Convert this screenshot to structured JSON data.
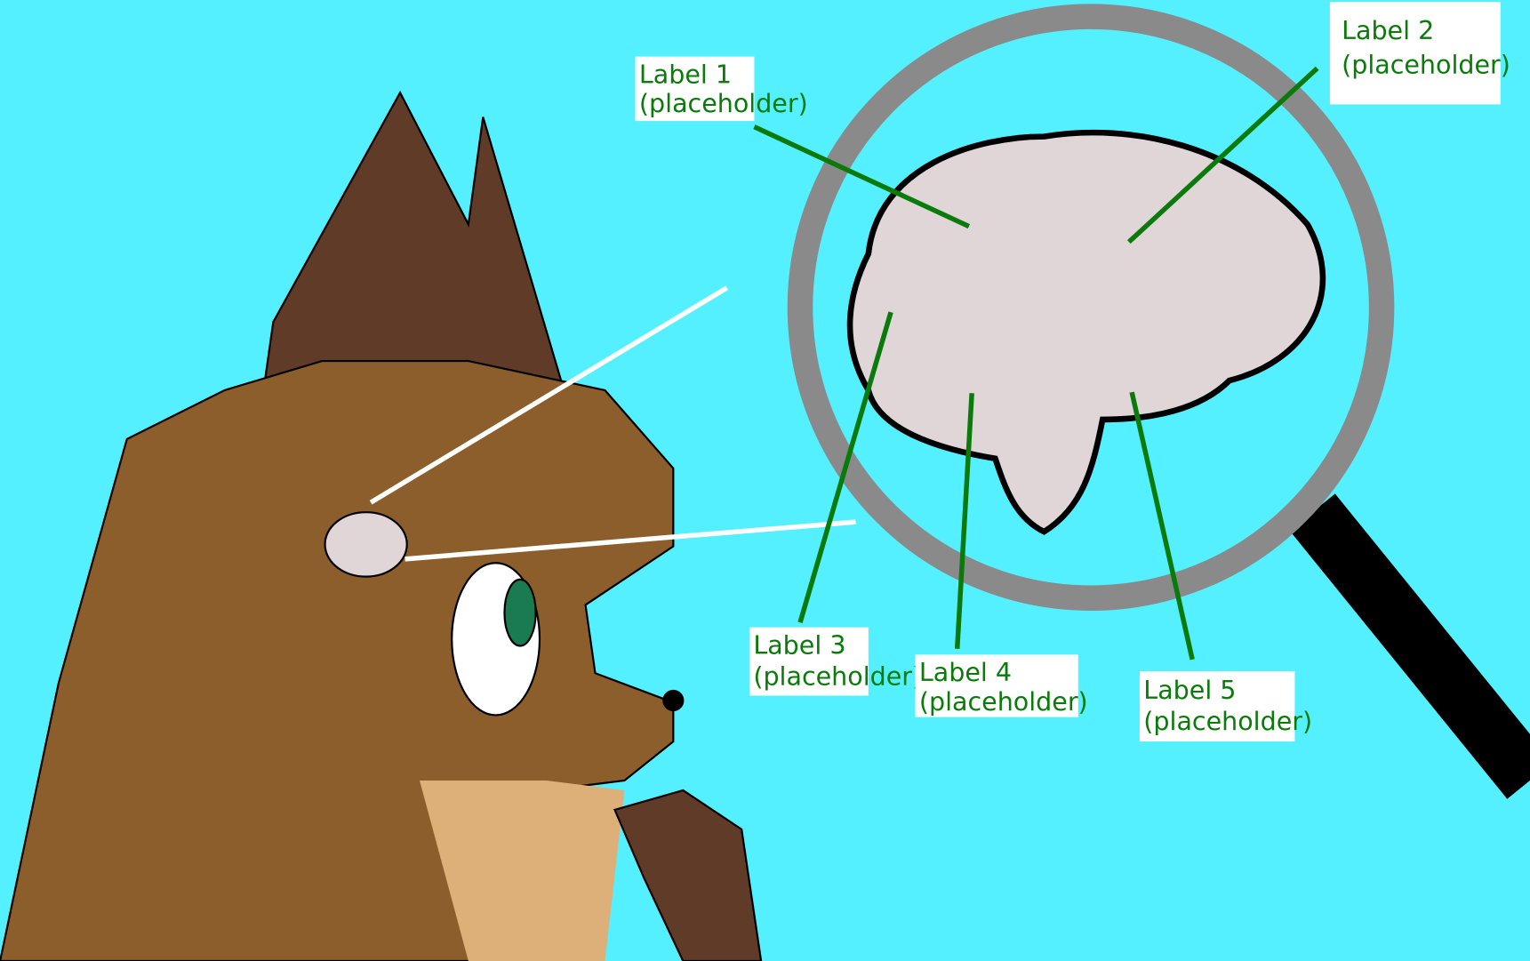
{
  "colors": {
    "background": "#55F0FF",
    "label_text": "#0a7a0a",
    "fur": "#8B5E2B",
    "ears": "#603C28",
    "brain": "#E0D6D8"
  },
  "labels": [
    {
      "line1": "Label 1",
      "line2": "(placeholder)"
    },
    {
      "line1": "Label 2",
      "line2": "(placeholder)"
    },
    {
      "line1": "Label 3",
      "line2": "(placeholder)"
    },
    {
      "line1": "Label 4",
      "line2": "(placeholder)"
    },
    {
      "line1": "Label 5",
      "line2": "(placeholder)"
    }
  ]
}
